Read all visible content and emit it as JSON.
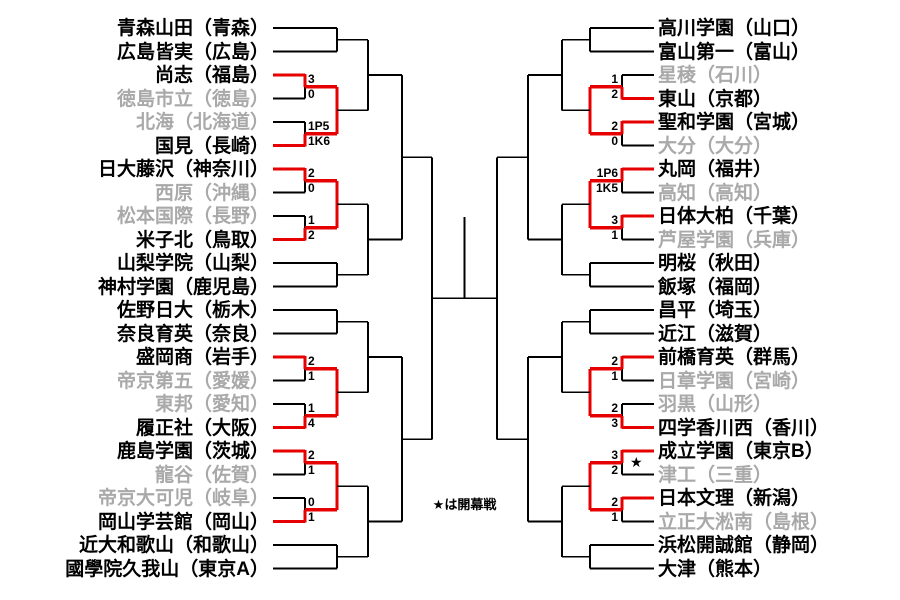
{
  "legend": {
    "caption": "★は開幕戦",
    "star": "★"
  },
  "colors": {
    "line": "#000000",
    "winner_path": "#e60000",
    "team_active": "#000000",
    "team_eliminated": "#a9a9a9"
  },
  "bracket": {
    "left": {
      "teams": [
        {
          "name": "青森山田（青森）",
          "status": "active"
        },
        {
          "name": "広島皆実（広島）",
          "status": "active"
        },
        {
          "name": "尚志（福島）",
          "status": "active"
        },
        {
          "name": "徳島市立（徳島）",
          "status": "eliminated"
        },
        {
          "name": "北海（北海道）",
          "status": "eliminated"
        },
        {
          "name": "国見（長崎）",
          "status": "active"
        },
        {
          "name": "日大藤沢（神奈川）",
          "status": "active"
        },
        {
          "name": "西原（沖縄）",
          "status": "eliminated"
        },
        {
          "name": "松本国際（長野）",
          "status": "eliminated"
        },
        {
          "name": "米子北（鳥取）",
          "status": "active"
        },
        {
          "name": "山梨学院（山梨）",
          "status": "active"
        },
        {
          "name": "神村学園（鹿児島）",
          "status": "active"
        },
        {
          "name": "佐野日大（栃木）",
          "status": "active"
        },
        {
          "name": "奈良育英（奈良）",
          "status": "active"
        },
        {
          "name": "盛岡商（岩手）",
          "status": "active"
        },
        {
          "name": "帝京第五（愛媛）",
          "status": "eliminated"
        },
        {
          "name": "東邦（愛知）",
          "status": "eliminated"
        },
        {
          "name": "履正社（大阪）",
          "status": "active"
        },
        {
          "name": "鹿島学園（茨城）",
          "status": "active"
        },
        {
          "name": "龍谷（佐賀）",
          "status": "eliminated"
        },
        {
          "name": "帝京大可児（岐阜）",
          "status": "eliminated"
        },
        {
          "name": "岡山学芸館（岡山）",
          "status": "active"
        },
        {
          "name": "近大和歌山（和歌山）",
          "status": "active"
        },
        {
          "name": "國學院久我山（東京A）",
          "status": "active"
        }
      ],
      "matches": [
        {
          "top_row": 2,
          "bottom_row": 3,
          "top_score": "3",
          "bottom_score": "0",
          "winner": "top",
          "star": false
        },
        {
          "top_row": 4,
          "bottom_row": 5,
          "top_score": "1P5",
          "bottom_score": "1K6",
          "winner": "bottom",
          "star": false
        },
        {
          "top_row": 6,
          "bottom_row": 7,
          "top_score": "2",
          "bottom_score": "0",
          "winner": "top",
          "star": false
        },
        {
          "top_row": 8,
          "bottom_row": 9,
          "top_score": "1",
          "bottom_score": "2",
          "winner": "bottom",
          "star": false
        },
        {
          "top_row": 14,
          "bottom_row": 15,
          "top_score": "2",
          "bottom_score": "1",
          "winner": "top",
          "star": false
        },
        {
          "top_row": 16,
          "bottom_row": 17,
          "top_score": "1",
          "bottom_score": "4",
          "winner": "bottom",
          "star": false
        },
        {
          "top_row": 18,
          "bottom_row": 19,
          "top_score": "2",
          "bottom_score": "1",
          "winner": "top",
          "star": false
        },
        {
          "top_row": 20,
          "bottom_row": 21,
          "top_score": "0",
          "bottom_score": "1",
          "winner": "bottom",
          "star": false
        }
      ],
      "bye_pairs": [
        [
          0,
          1
        ],
        [
          10,
          11
        ],
        [
          12,
          13
        ],
        [
          22,
          23
        ]
      ]
    },
    "right": {
      "teams": [
        {
          "name": "高川学園（山口）",
          "status": "active"
        },
        {
          "name": "富山第一（富山）",
          "status": "active"
        },
        {
          "name": "星稜（石川）",
          "status": "eliminated"
        },
        {
          "name": "東山（京都）",
          "status": "active"
        },
        {
          "name": "聖和学園（宮城）",
          "status": "active"
        },
        {
          "name": "大分（大分）",
          "status": "eliminated"
        },
        {
          "name": "丸岡（福井）",
          "status": "active"
        },
        {
          "name": "高知（高知）",
          "status": "eliminated"
        },
        {
          "name": "日体大柏（千葉）",
          "status": "active"
        },
        {
          "name": "芦屋学園（兵庫）",
          "status": "eliminated"
        },
        {
          "name": "明桜（秋田）",
          "status": "active"
        },
        {
          "name": "飯塚（福岡）",
          "status": "active"
        },
        {
          "name": "昌平（埼玉）",
          "status": "active"
        },
        {
          "name": "近江（滋賀）",
          "status": "active"
        },
        {
          "name": "前橋育英（群馬）",
          "status": "active"
        },
        {
          "name": "日章学園（宮崎）",
          "status": "eliminated"
        },
        {
          "name": "羽黒（山形）",
          "status": "eliminated"
        },
        {
          "name": "四学香川西（香川）",
          "status": "active"
        },
        {
          "name": "成立学園（東京B）",
          "status": "active"
        },
        {
          "name": "津工（三重）",
          "status": "eliminated"
        },
        {
          "name": "日本文理（新潟）",
          "status": "active"
        },
        {
          "name": "立正大淞南（島根）",
          "status": "eliminated"
        },
        {
          "name": "浜松開誠館（静岡）",
          "status": "active"
        },
        {
          "name": "大津（熊本）",
          "status": "active"
        }
      ],
      "matches": [
        {
          "top_row": 2,
          "bottom_row": 3,
          "top_score": "1",
          "bottom_score": "2",
          "winner": "bottom",
          "star": false
        },
        {
          "top_row": 4,
          "bottom_row": 5,
          "top_score": "2",
          "bottom_score": "0",
          "winner": "top",
          "star": false
        },
        {
          "top_row": 6,
          "bottom_row": 7,
          "top_score": "1P6",
          "bottom_score": "1K5",
          "winner": "top",
          "star": false
        },
        {
          "top_row": 8,
          "bottom_row": 9,
          "top_score": "3",
          "bottom_score": "1",
          "winner": "top",
          "star": false
        },
        {
          "top_row": 14,
          "bottom_row": 15,
          "top_score": "2",
          "bottom_score": "1",
          "winner": "top",
          "star": false
        },
        {
          "top_row": 16,
          "bottom_row": 17,
          "top_score": "2",
          "bottom_score": "3",
          "winner": "bottom",
          "star": false
        },
        {
          "top_row": 18,
          "bottom_row": 19,
          "top_score": "3",
          "bottom_score": "2",
          "winner": "top",
          "star": true
        },
        {
          "top_row": 20,
          "bottom_row": 21,
          "top_score": "2",
          "bottom_score": "1",
          "winner": "top",
          "star": false
        }
      ],
      "bye_pairs": [
        [
          0,
          1
        ],
        [
          10,
          11
        ],
        [
          12,
          13
        ],
        [
          22,
          23
        ]
      ]
    }
  }
}
